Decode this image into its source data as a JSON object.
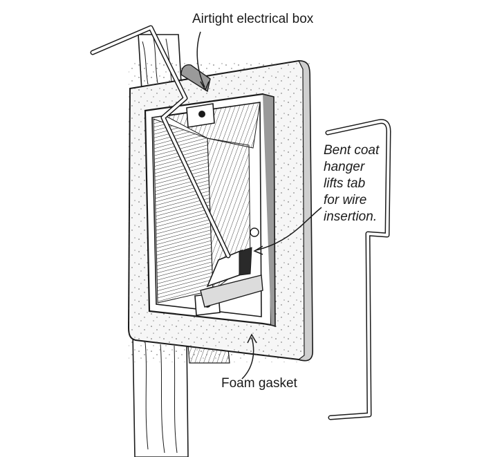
{
  "labels": {
    "airtight_box": "Airtight electrical box",
    "bent_hanger_lines": [
      "Bent coat",
      "hanger",
      "lifts tab",
      "for wire",
      "insertion."
    ],
    "foam_gasket": "Foam gasket"
  },
  "colors": {
    "ink": "#1a1a1a",
    "paper": "#ffffff",
    "gasket_fill": "#f6f6f6",
    "shadow_fill": "#dcdcdc"
  }
}
